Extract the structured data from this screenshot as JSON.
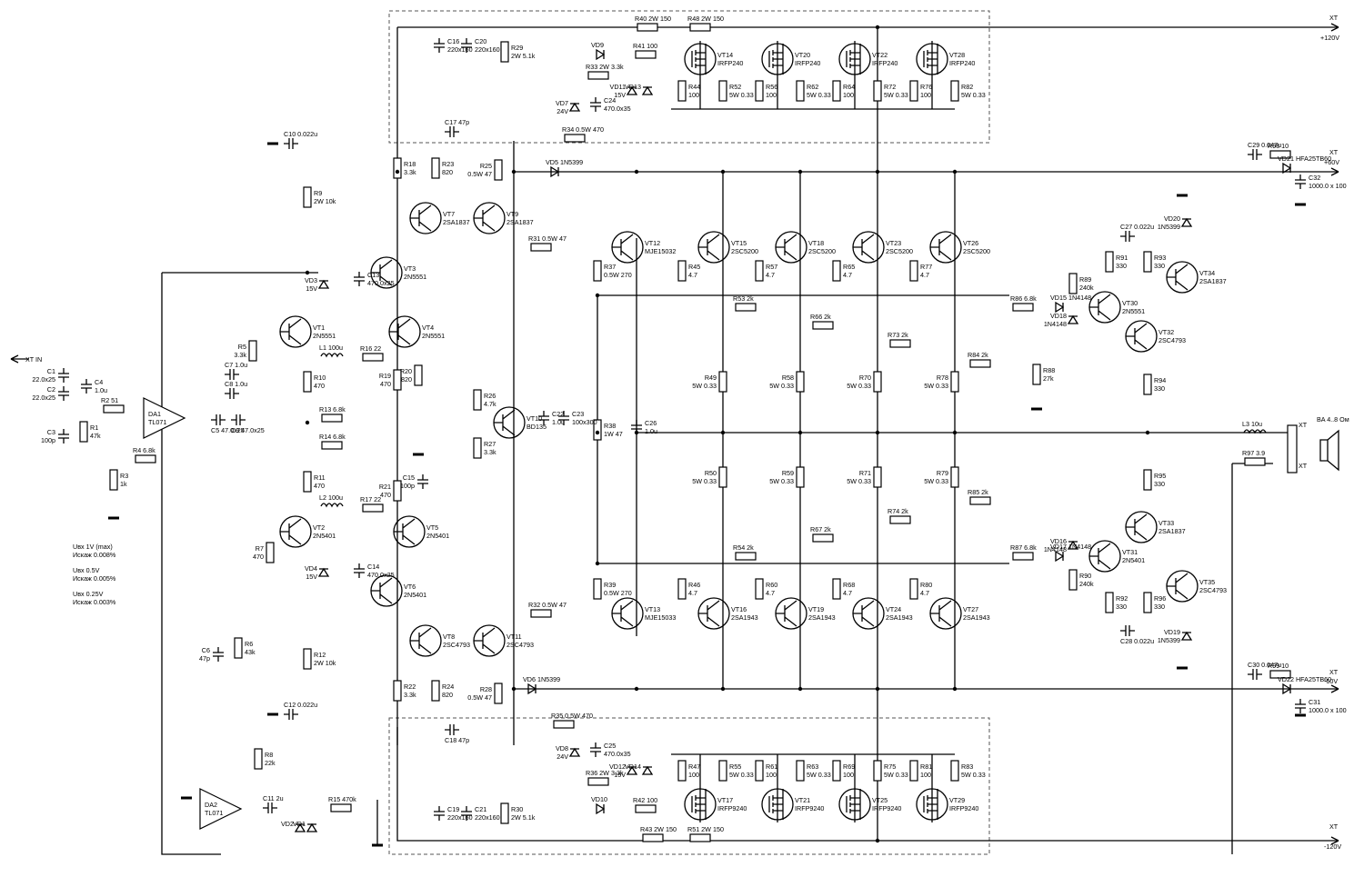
{
  "connectors": {
    "input": "XT IN",
    "plus120": [
      "XT",
      "+120V"
    ],
    "plus60": [
      "XT",
      "+60V"
    ],
    "minus60": [
      "XT",
      "-60V"
    ],
    "minus120": [
      "XT",
      "-120V"
    ],
    "speaker_top": "XT",
    "speaker_bot": "XT",
    "speaker": "BA 4..8 Ом"
  },
  "notes": [
    "Uвх 1V (max)",
    "Искаж 0.008%",
    "Uвх 0.5V",
    "Искаж 0.005%",
    "Uвх 0.25V",
    "Искаж 0.003%"
  ],
  "opamps": [
    {
      "ref": "DA1",
      "type": "TL071"
    },
    {
      "ref": "DA2",
      "type": "TL071"
    }
  ],
  "resistors": [
    {
      "ref": "R1",
      "val": "47k"
    },
    {
      "ref": "R2",
      "val": "51"
    },
    {
      "ref": "R3",
      "val": "1k"
    },
    {
      "ref": "R4",
      "val": "6.8k"
    },
    {
      "ref": "R5",
      "val": "3.3k"
    },
    {
      "ref": "R6",
      "val": "43k"
    },
    {
      "ref": "R7",
      "val": "470"
    },
    {
      "ref": "R8",
      "val": "22k"
    },
    {
      "ref": "R9",
      "val": "2W 10k"
    },
    {
      "ref": "R10",
      "val": "470"
    },
    {
      "ref": "R11",
      "val": "470"
    },
    {
      "ref": "R12",
      "val": "2W 10k"
    },
    {
      "ref": "R13",
      "val": "6.8k"
    },
    {
      "ref": "R14",
      "val": "6.8k"
    },
    {
      "ref": "R15",
      "val": "470k"
    },
    {
      "ref": "R16",
      "val": "22"
    },
    {
      "ref": "R17",
      "val": "22"
    },
    {
      "ref": "R18",
      "val": "3.3k"
    },
    {
      "ref": "R19",
      "val": "470"
    },
    {
      "ref": "R20",
      "val": "820"
    },
    {
      "ref": "R21",
      "val": "470"
    },
    {
      "ref": "R22",
      "val": "3.3k"
    },
    {
      "ref": "R23",
      "val": "820"
    },
    {
      "ref": "R24",
      "val": "820"
    },
    {
      "ref": "R25",
      "val": "0.5W 47"
    },
    {
      "ref": "R26",
      "val": "4.7k"
    },
    {
      "ref": "R27",
      "val": "3.3k"
    },
    {
      "ref": "R28",
      "val": "0.5W 47"
    },
    {
      "ref": "R29",
      "val": "2W 5.1k"
    },
    {
      "ref": "R30",
      "val": "2W 5.1k"
    },
    {
      "ref": "R31",
      "val": "0.5W 47"
    },
    {
      "ref": "R32",
      "val": "0.5W 47"
    },
    {
      "ref": "R33",
      "val": "2W 3.3k"
    },
    {
      "ref": "R34",
      "val": "0.5W 470"
    },
    {
      "ref": "R35",
      "val": "0.5W 470"
    },
    {
      "ref": "R36",
      "val": "2W 3.3k"
    },
    {
      "ref": "R37",
      "val": "0.5W 270"
    },
    {
      "ref": "R38",
      "val": "1W 47"
    },
    {
      "ref": "R39",
      "val": "0.5W 270"
    },
    {
      "ref": "R40",
      "val": "2W 150"
    },
    {
      "ref": "R41",
      "val": "100"
    },
    {
      "ref": "R42",
      "val": "100"
    },
    {
      "ref": "R43",
      "val": "2W 150"
    },
    {
      "ref": "R48",
      "val": "2W 150"
    },
    {
      "ref": "R51",
      "val": "2W 150"
    },
    {
      "ref": "R44",
      "val": "100"
    },
    {
      "ref": "R45",
      "val": "4.7"
    },
    {
      "ref": "R46",
      "val": "4.7"
    },
    {
      "ref": "R47",
      "val": "100"
    },
    {
      "ref": "R49",
      "val": "5W 0.33"
    },
    {
      "ref": "R50",
      "val": "5W 0.33"
    },
    {
      "ref": "R52",
      "val": "5W 0.33"
    },
    {
      "ref": "R53",
      "val": "2k"
    },
    {
      "ref": "R54",
      "val": "2k"
    },
    {
      "ref": "R55",
      "val": "5W 0.33"
    },
    {
      "ref": "R56",
      "val": "100"
    },
    {
      "ref": "R57",
      "val": "4.7"
    },
    {
      "ref": "R58",
      "val": "5W 0.33"
    },
    {
      "ref": "R59",
      "val": "5W 0.33"
    },
    {
      "ref": "R60",
      "val": "4.7"
    },
    {
      "ref": "R61",
      "val": "100"
    },
    {
      "ref": "R62",
      "val": "5W 0.33"
    },
    {
      "ref": "R63",
      "val": "5W 0.33"
    },
    {
      "ref": "R64",
      "val": "100"
    },
    {
      "ref": "R65",
      "val": "4.7"
    },
    {
      "ref": "R66",
      "val": "2k"
    },
    {
      "ref": "R67",
      "val": "2k"
    },
    {
      "ref": "R68",
      "val": "4.7"
    },
    {
      "ref": "R69",
      "val": "100"
    },
    {
      "ref": "R70",
      "val": "5W 0.33"
    },
    {
      "ref": "R71",
      "val": "5W 0.33"
    },
    {
      "ref": "R72",
      "val": "5W 0.33"
    },
    {
      "ref": "R73",
      "val": "2k"
    },
    {
      "ref": "R74",
      "val": "2k"
    },
    {
      "ref": "R75",
      "val": "5W 0.33"
    },
    {
      "ref": "R76",
      "val": "100"
    },
    {
      "ref": "R77",
      "val": "4.7"
    },
    {
      "ref": "R78",
      "val": "5W 0.33"
    },
    {
      "ref": "R79",
      "val": "5W 0.33"
    },
    {
      "ref": "R80",
      "val": "4.7"
    },
    {
      "ref": "R81",
      "val": "100"
    },
    {
      "ref": "R82",
      "val": "5W 0.33"
    },
    {
      "ref": "R83",
      "val": "5W 0.33"
    },
    {
      "ref": "R84",
      "val": "2k"
    },
    {
      "ref": "R85",
      "val": "2k"
    },
    {
      "ref": "R86",
      "val": "6.8k"
    },
    {
      "ref": "R87",
      "val": "6.8k"
    },
    {
      "ref": "R88",
      "val": "27k"
    },
    {
      "ref": "R89",
      "val": "240k"
    },
    {
      "ref": "R90",
      "val": "240k"
    },
    {
      "ref": "R91",
      "val": "330"
    },
    {
      "ref": "R92",
      "val": "330"
    },
    {
      "ref": "R93",
      "val": "330"
    },
    {
      "ref": "R94",
      "val": "330"
    },
    {
      "ref": "R95",
      "val": "330"
    },
    {
      "ref": "R96",
      "val": "330"
    },
    {
      "ref": "R97",
      "val": "3.9"
    },
    {
      "ref": "R98",
      "val": "10"
    },
    {
      "ref": "R99",
      "val": "10"
    }
  ],
  "capacitors": [
    {
      "ref": "C1",
      "val": "22.0x25"
    },
    {
      "ref": "C2",
      "val": "22.0x25"
    },
    {
      "ref": "C3",
      "val": "100p"
    },
    {
      "ref": "C4",
      "val": "1.0u"
    },
    {
      "ref": "C5",
      "val": "47.0x25"
    },
    {
      "ref": "C6",
      "val": "47p"
    },
    {
      "ref": "C7",
      "val": "1.0u"
    },
    {
      "ref": "C8",
      "val": "1.0u"
    },
    {
      "ref": "C9",
      "val": "47.0x25"
    },
    {
      "ref": "C10",
      "val": "0.022u"
    },
    {
      "ref": "C11",
      "val": "2u"
    },
    {
      "ref": "C12",
      "val": "0.022u"
    },
    {
      "ref": "C13",
      "val": "470.0x25"
    },
    {
      "ref": "C14",
      "val": "470.0x25"
    },
    {
      "ref": "C15",
      "val": "100p"
    },
    {
      "ref": "C16",
      "val": "220x160"
    },
    {
      "ref": "C17",
      "val": "47p"
    },
    {
      "ref": "C18",
      "val": "47p"
    },
    {
      "ref": "C19",
      "val": "220x160"
    },
    {
      "ref": "C20",
      "val": "220x160"
    },
    {
      "ref": "C21",
      "val": "220x160"
    },
    {
      "ref": "C22",
      "val": "1.0u"
    },
    {
      "ref": "C23",
      "val": "100x300"
    },
    {
      "ref": "C24",
      "val": "470.0x35"
    },
    {
      "ref": "C25",
      "val": "470.0x35"
    },
    {
      "ref": "C26",
      "val": "1.0u"
    },
    {
      "ref": "C27",
      "val": "0.022u"
    },
    {
      "ref": "C28",
      "val": "0.022u"
    },
    {
      "ref": "C29",
      "val": "0.047u"
    },
    {
      "ref": "C30",
      "val": "0.047u"
    },
    {
      "ref": "C31",
      "val": "1000.0 x 100"
    },
    {
      "ref": "C32",
      "val": "1000.0 x 100"
    }
  ],
  "inductors": [
    {
      "ref": "L1",
      "val": "100u"
    },
    {
      "ref": "L2",
      "val": "100u"
    },
    {
      "ref": "L3",
      "val": "10u"
    }
  ],
  "diodes": [
    {
      "ref": "VD1",
      "val": ""
    },
    {
      "ref": "VD2",
      "val": ""
    },
    {
      "ref": "VD3",
      "val": "15V"
    },
    {
      "ref": "VD4",
      "val": "15V"
    },
    {
      "ref": "VD5",
      "val": "1N5399"
    },
    {
      "ref": "VD6",
      "val": "1N5399"
    },
    {
      "ref": "VD7",
      "val": "24V"
    },
    {
      "ref": "VD8",
      "val": "24V"
    },
    {
      "ref": "VD9",
      "val": ""
    },
    {
      "ref": "VD10",
      "val": ""
    },
    {
      "ref": "VD11",
      "val": "15V"
    },
    {
      "ref": "VD12",
      "val": "15V"
    },
    {
      "ref": "VD13",
      "val": ""
    },
    {
      "ref": "VD14",
      "val": ""
    },
    {
      "ref": "VD15",
      "val": "1N4148"
    },
    {
      "ref": "VD16",
      "val": "1N4148"
    },
    {
      "ref": "VD17",
      "val": "1N4148"
    },
    {
      "ref": "VD18",
      "val": "1N4148"
    },
    {
      "ref": "VD19",
      "val": "1N5399"
    },
    {
      "ref": "VD20",
      "val": "1N5399"
    },
    {
      "ref": "VD21",
      "val": "HFA25TB60"
    },
    {
      "ref": "VD22",
      "val": "HFA25TB60"
    }
  ],
  "transistors": [
    {
      "ref": "VT1",
      "val": "2N5551"
    },
    {
      "ref": "VT2",
      "val": "2N5401"
    },
    {
      "ref": "VT3",
      "val": "2N5551"
    },
    {
      "ref": "VT4",
      "val": "2N5551"
    },
    {
      "ref": "VT5",
      "val": "2N5401"
    },
    {
      "ref": "VT6",
      "val": "2N5401"
    },
    {
      "ref": "VT7",
      "val": "2SA1837"
    },
    {
      "ref": "VT8",
      "val": "2SC4793"
    },
    {
      "ref": "VT9",
      "val": "2SA1837"
    },
    {
      "ref": "VT10",
      "val": "BD135"
    },
    {
      "ref": "VT11",
      "val": "2SC4793"
    },
    {
      "ref": "VT12",
      "val": "MJE15032"
    },
    {
      "ref": "VT13",
      "val": "MJE15033"
    },
    {
      "ref": "VT14",
      "val": "IRFP240"
    },
    {
      "ref": "VT15",
      "val": "2SC5200"
    },
    {
      "ref": "VT16",
      "val": "2SA1943"
    },
    {
      "ref": "VT17",
      "val": "IRFP9240"
    },
    {
      "ref": "VT18",
      "val": "2SC5200"
    },
    {
      "ref": "VT19",
      "val": "2SA1943"
    },
    {
      "ref": "VT20",
      "val": "IRFP240"
    },
    {
      "ref": "VT21",
      "val": "IRFP9240"
    },
    {
      "ref": "VT22",
      "val": "IRFP240"
    },
    {
      "ref": "VT23",
      "val": "2SC5200"
    },
    {
      "ref": "VT24",
      "val": "2SA1943"
    },
    {
      "ref": "VT25",
      "val": "IRFP9240"
    },
    {
      "ref": "VT26",
      "val": "2SC5200"
    },
    {
      "ref": "VT27",
      "val": "2SA1943"
    },
    {
      "ref": "VT28",
      "val": "IRFP240"
    },
    {
      "ref": "VT29",
      "val": "IRFP9240"
    },
    {
      "ref": "VT30",
      "val": "2N5551"
    },
    {
      "ref": "VT31",
      "val": "2N5401"
    },
    {
      "ref": "VT32",
      "val": "2SC4793"
    },
    {
      "ref": "VT33",
      "val": "2SA1837"
    },
    {
      "ref": "VT34",
      "val": "2SA1837"
    },
    {
      "ref": "VT35",
      "val": "2SC4793"
    }
  ]
}
